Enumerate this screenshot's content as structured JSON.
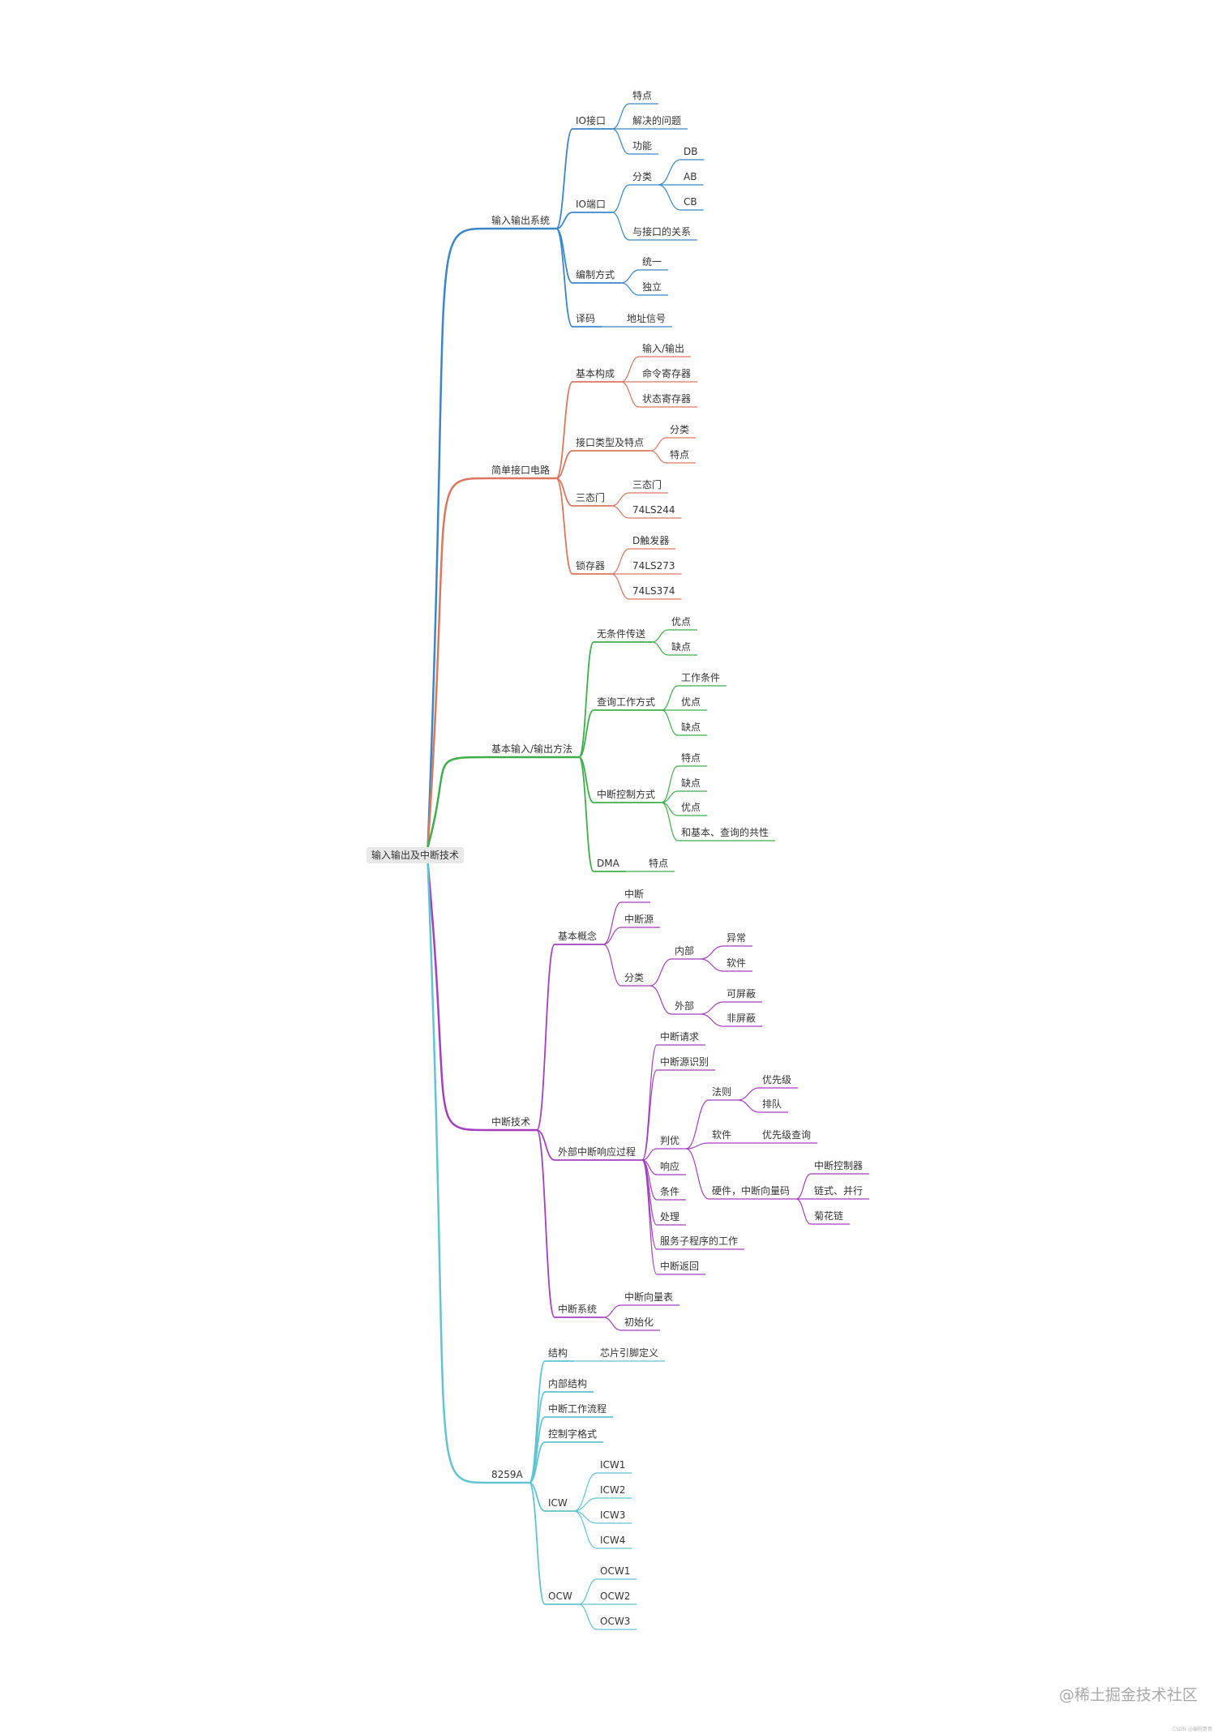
{
  "root": "输入输出及中断技术",
  "colors": {
    "io_system": "#3a86c8",
    "simple_interface": "#d9775f",
    "io_methods": "#3fae49",
    "interrupt": "#a33fbf",
    "chip_8259a": "#62c3d2",
    "root_bg": "#e8e8e8"
  },
  "branches": [
    {
      "label": "输入输出系统",
      "color_key": "io_system",
      "children": [
        {
          "label": "IO接口",
          "children": [
            {
              "label": "特点"
            },
            {
              "label": "解决的问题"
            },
            {
              "label": "功能"
            }
          ]
        },
        {
          "label": "IO端口",
          "children": [
            {
              "label": "分类",
              "children": [
                {
                  "label": "DB"
                },
                {
                  "label": "AB"
                },
                {
                  "label": "CB"
                }
              ]
            },
            {
              "label": "与接口的关系"
            }
          ]
        },
        {
          "label": "编制方式",
          "children": [
            {
              "label": "统一"
            },
            {
              "label": "独立"
            }
          ]
        },
        {
          "label": "译码",
          "children": [
            {
              "label": "地址信号"
            }
          ]
        }
      ]
    },
    {
      "label": "简单接口电路",
      "color_key": "simple_interface",
      "children": [
        {
          "label": "基本构成",
          "children": [
            {
              "label": "输入/输出"
            },
            {
              "label": "命令寄存器"
            },
            {
              "label": "状态寄存器"
            }
          ]
        },
        {
          "label": "接口类型及特点",
          "children": [
            {
              "label": "分类"
            },
            {
              "label": "特点"
            }
          ]
        },
        {
          "label": "三态门",
          "children": [
            {
              "label": "三态门"
            },
            {
              "label": "74LS244"
            }
          ]
        },
        {
          "label": "锁存器",
          "children": [
            {
              "label": "D触发器"
            },
            {
              "label": "74LS273"
            },
            {
              "label": "74LS374"
            }
          ]
        }
      ]
    },
    {
      "label": "基本输入/输出方法",
      "color_key": "io_methods",
      "children": [
        {
          "label": "无条件传送",
          "children": [
            {
              "label": "优点"
            },
            {
              "label": "缺点"
            }
          ]
        },
        {
          "label": "查询工作方式",
          "children": [
            {
              "label": "工作条件"
            },
            {
              "label": "优点"
            },
            {
              "label": "缺点"
            }
          ]
        },
        {
          "label": "中断控制方式",
          "children": [
            {
              "label": "特点"
            },
            {
              "label": "缺点"
            },
            {
              "label": "优点"
            },
            {
              "label": "和基本、查询的共性"
            }
          ]
        },
        {
          "label": "DMA",
          "children": [
            {
              "label": "特点"
            }
          ]
        }
      ]
    },
    {
      "label": "中断技术",
      "color_key": "interrupt",
      "children": [
        {
          "label": "基本概念",
          "children": [
            {
              "label": "中断"
            },
            {
              "label": "中断源"
            },
            {
              "label": "分类",
              "children": [
                {
                  "label": "内部",
                  "children": [
                    {
                      "label": "异常"
                    },
                    {
                      "label": "软件"
                    }
                  ]
                },
                {
                  "label": "外部",
                  "children": [
                    {
                      "label": "可屏蔽"
                    },
                    {
                      "label": "非屏蔽"
                    }
                  ]
                }
              ]
            }
          ]
        },
        {
          "label": "外部中断响应过程",
          "children": [
            {
              "label": "中断请求"
            },
            {
              "label": "中断源识别"
            },
            {
              "label": "判优",
              "children": [
                {
                  "label": "法则",
                  "children": [
                    {
                      "label": "优先级"
                    },
                    {
                      "label": "排队"
                    }
                  ]
                },
                {
                  "label": "软件",
                  "children": [
                    {
                      "label": "优先级查询"
                    }
                  ]
                },
                {
                  "label": "硬件，中断向量码",
                  "children": [
                    {
                      "label": "中断控制器"
                    },
                    {
                      "label": "链式、并行"
                    },
                    {
                      "label": "菊花链"
                    }
                  ]
                }
              ]
            },
            {
              "label": "响应"
            },
            {
              "label": "条件"
            },
            {
              "label": "处理"
            },
            {
              "label": "服务子程序的工作"
            },
            {
              "label": "中断返回"
            }
          ]
        },
        {
          "label": "中断系统",
          "children": [
            {
              "label": "中断向量表"
            },
            {
              "label": "初始化"
            }
          ]
        }
      ]
    },
    {
      "label": "8259A",
      "color_key": "chip_8259a",
      "children": [
        {
          "label": "结构",
          "children": [
            {
              "label": "芯片引脚定义"
            }
          ]
        },
        {
          "label": "内部结构"
        },
        {
          "label": "中断工作流程"
        },
        {
          "label": "控制字格式"
        },
        {
          "label": "ICW",
          "children": [
            {
              "label": "ICW1"
            },
            {
              "label": "ICW2"
            },
            {
              "label": "ICW3"
            },
            {
              "label": "ICW4"
            }
          ]
        },
        {
          "label": "OCW",
          "children": [
            {
              "label": "OCW1"
            },
            {
              "label": "OCW2"
            },
            {
              "label": "OCW3"
            }
          ]
        }
      ]
    }
  ],
  "watermark": "@稀土掘金技术社区",
  "credit": "CSDN @编程哥哥"
}
